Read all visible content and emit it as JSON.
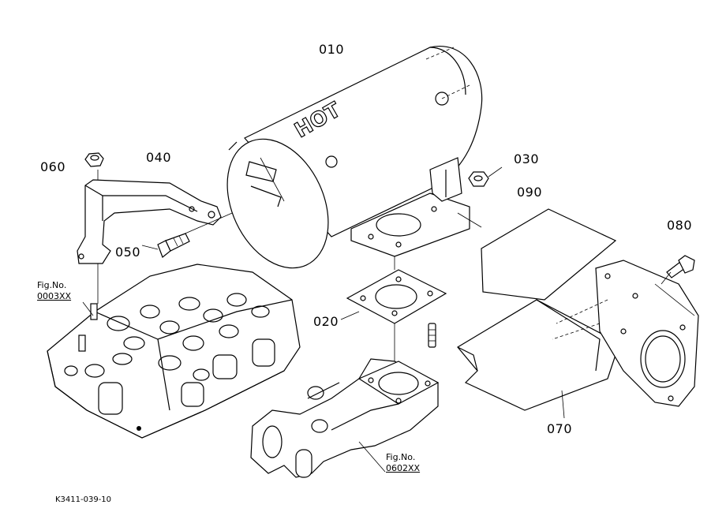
{
  "labels": {
    "p010": "010",
    "p020": "020",
    "p030": "030",
    "p040": "040",
    "p050": "050",
    "p060": "060",
    "p070": "070",
    "p080": "080",
    "p090": "090"
  },
  "muffler_marking": "HOT",
  "references": [
    {
      "prefix": "Fig.No.",
      "code": "0003XX"
    },
    {
      "prefix": "Fig.No.",
      "code": "0602XX"
    }
  ],
  "drawing_id": "K3411-039-10"
}
